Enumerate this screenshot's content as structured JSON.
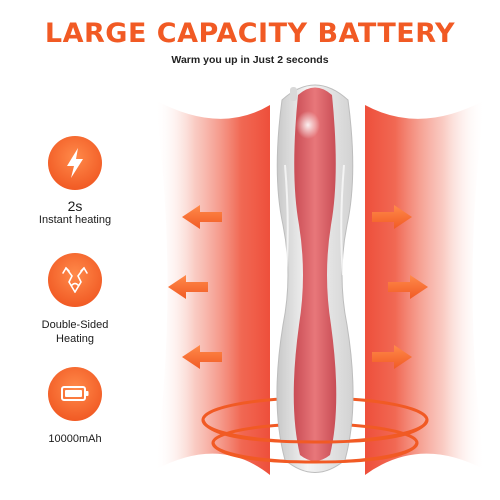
{
  "header": {
    "title": "LARGE CAPACITY BATTERY",
    "subtitle": "Warm you up in Just 2 seconds"
  },
  "features": [
    {
      "value": "2s",
      "label": "Instant heating",
      "icon": "lightning-bolt-icon"
    },
    {
      "label_line1": "Double-Sided",
      "label_line2": "Heating",
      "icon": "double-sided-heat-icon"
    },
    {
      "label": "10000mAh",
      "icon": "battery-icon"
    }
  ],
  "colors": {
    "accent": "#f15a24",
    "accent_light": "#ff7a3d",
    "glow": "#f26a4d",
    "device_body": "#e9e9e9",
    "device_core": "#e06a6c"
  }
}
